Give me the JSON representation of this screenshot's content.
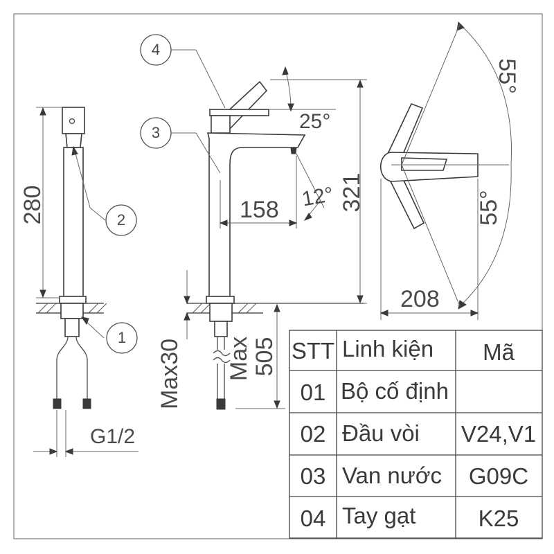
{
  "dimensions": {
    "height_280": "280",
    "height_321": "321",
    "reach_158": "158",
    "angle_25": "25°",
    "angle_12": "12°",
    "width_208": "208",
    "angle_55_top": "55°",
    "angle_55_bottom": "55°",
    "max30": "Max30",
    "max505_a": "Max",
    "max505_b": "505",
    "thread": "G1/2"
  },
  "balloons": [
    "1",
    "2",
    "3",
    "4"
  ],
  "table": {
    "headers": [
      "STT",
      "Linh kiện",
      "Mã"
    ],
    "rows": [
      [
        "01",
        "Bộ cố định",
        ""
      ],
      [
        "02",
        "Đầu vòi",
        "V24,V1"
      ],
      [
        "03",
        "Van nước",
        "G09C"
      ],
      [
        "04",
        "Tay gạt",
        "K25"
      ]
    ]
  }
}
